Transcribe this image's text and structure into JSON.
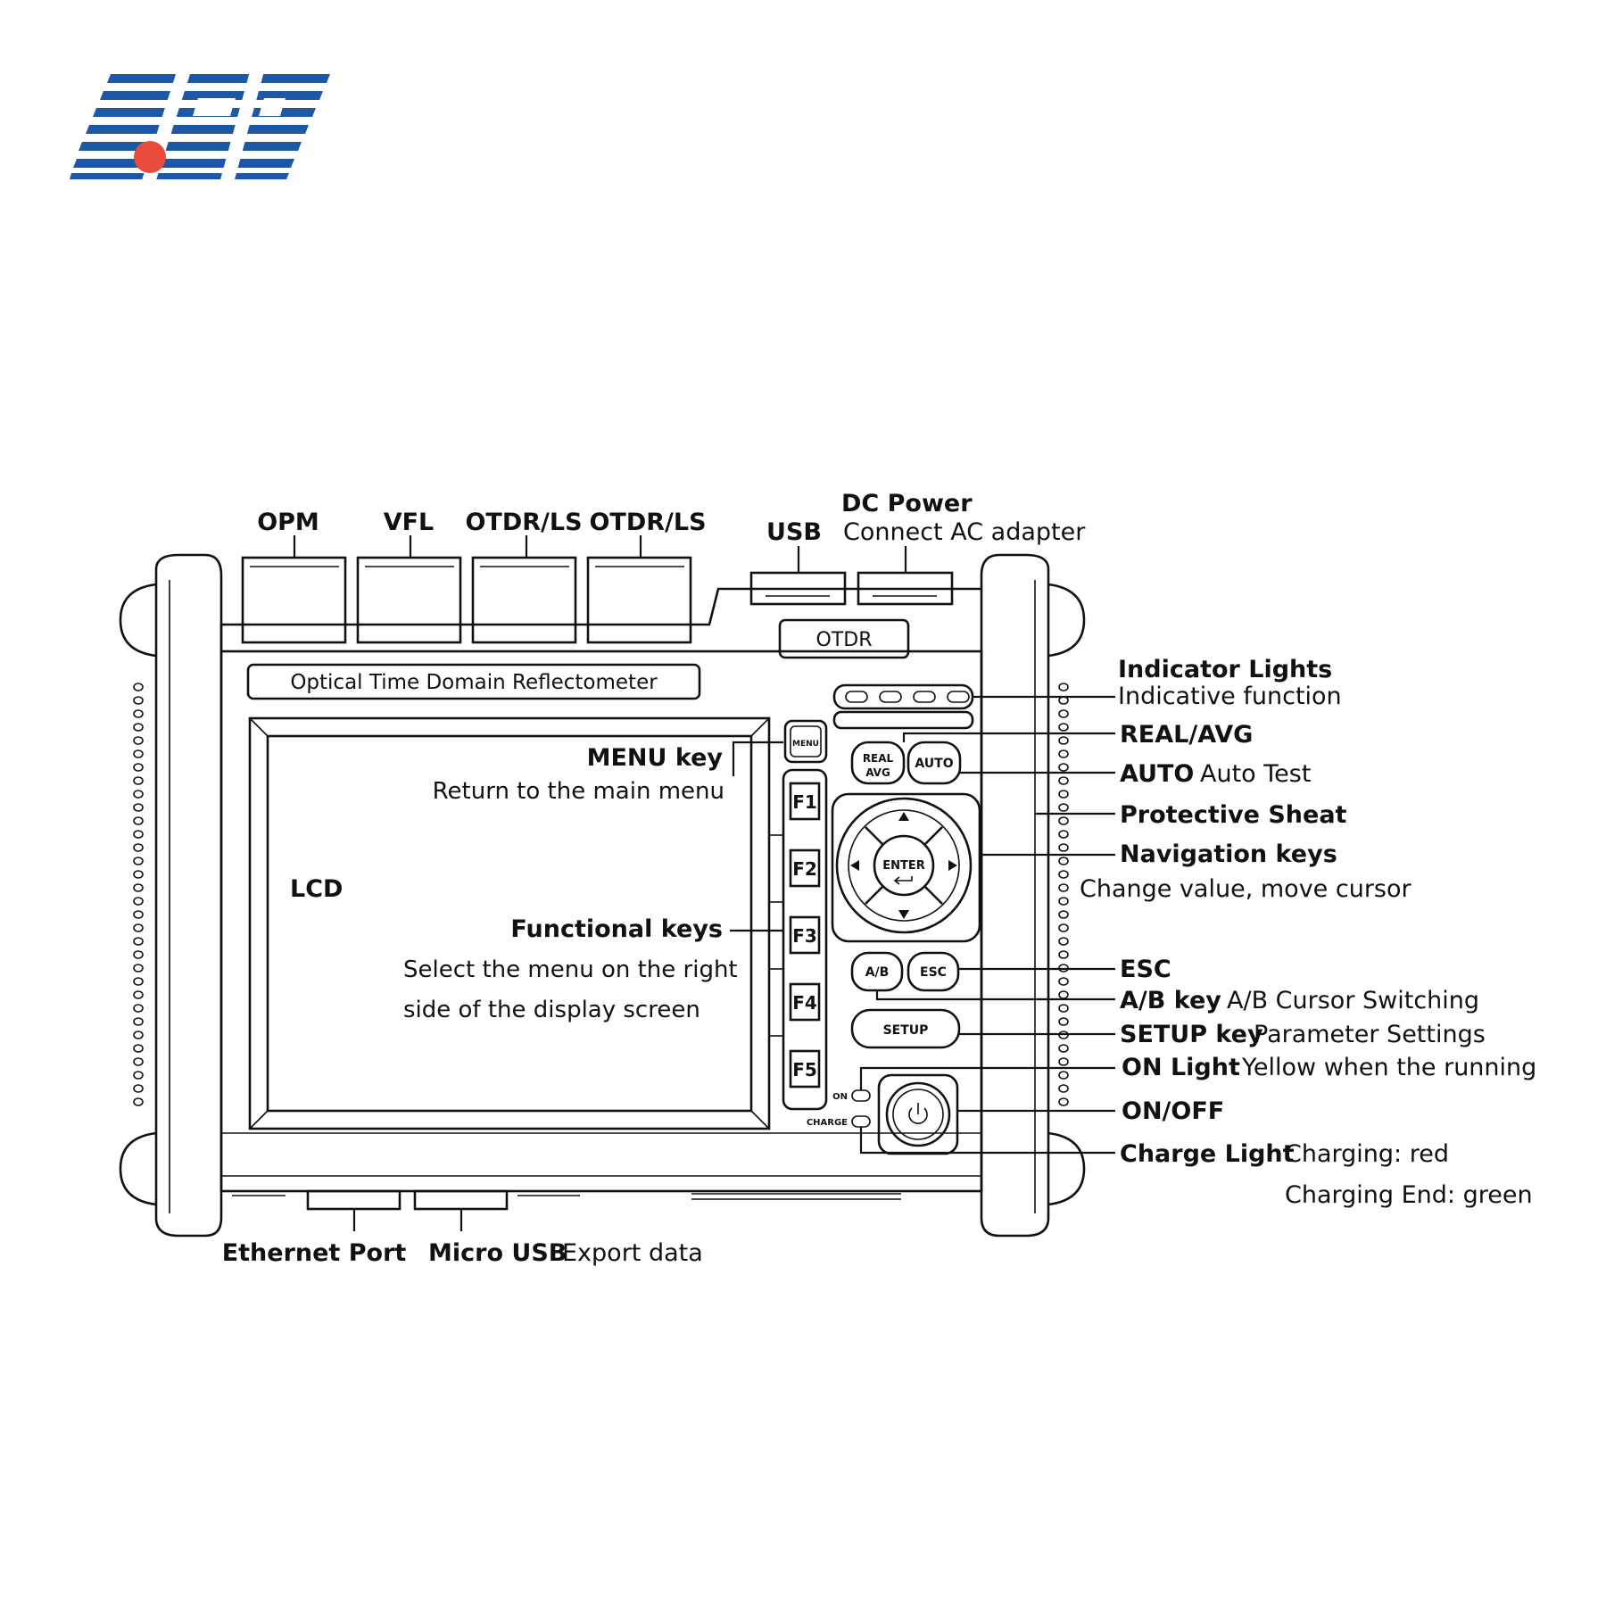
{
  "logo": {
    "colors": {
      "blue": "#1d58a6",
      "red": "#e84b3c"
    }
  },
  "device": {
    "top_badge": "OTDR",
    "panel_title": "Optical Time Domain Reflectometer",
    "menu_button": "MENU",
    "function_keys": [
      "F1",
      "F2",
      "F3",
      "F4",
      "F5"
    ],
    "real_avg_button": [
      "REAL",
      "AVG"
    ],
    "auto_button": "AUTO",
    "enter_button": "ENTER",
    "ab_button": "A/B",
    "esc_button": "ESC",
    "setup_button": "SETUP",
    "on_indicator": "ON",
    "charge_indicator": "CHARGE"
  },
  "labels": {
    "opm": "OPM",
    "vfl": "VFL",
    "otdr_ls_1": "OTDR/LS",
    "otdr_ls_2": "OTDR/LS",
    "usb": "USB",
    "dc_power": "DC Power",
    "dc_power_desc": "Connect AC adapter",
    "indicator_lights": "Indicator Lights",
    "indicator_lights_desc": "Indicative function",
    "real_avg": "REAL/AVG",
    "auto": "AUTO",
    "auto_desc": "Auto Test",
    "protective_sheath": "Protective Sheat",
    "navigation_keys": "Navigation keys",
    "navigation_keys_desc": "Change value, move cursor",
    "esc": "ESC",
    "ab_key": "A/B key",
    "ab_key_desc": "A/B Cursor Switching",
    "setup_key": "SETUP key",
    "setup_key_desc": "Parameter Settings",
    "on_light": "ON Light",
    "on_light_desc": "Yellow when the running",
    "on_off": "ON/OFF",
    "charge_light": "Charge Light",
    "charge_light_desc_1": "Charging: red",
    "charge_light_desc_2": "Charging End: green",
    "ethernet_port": "Ethernet Port",
    "micro_usb": "Micro USB",
    "micro_usb_desc": "Export data",
    "menu_key": "MENU key",
    "menu_key_desc": "Return to the main menu",
    "lcd": "LCD",
    "functional_keys": "Functional keys",
    "functional_keys_desc_1": "Select the menu on the right",
    "functional_keys_desc_2": "side of the display screen"
  }
}
